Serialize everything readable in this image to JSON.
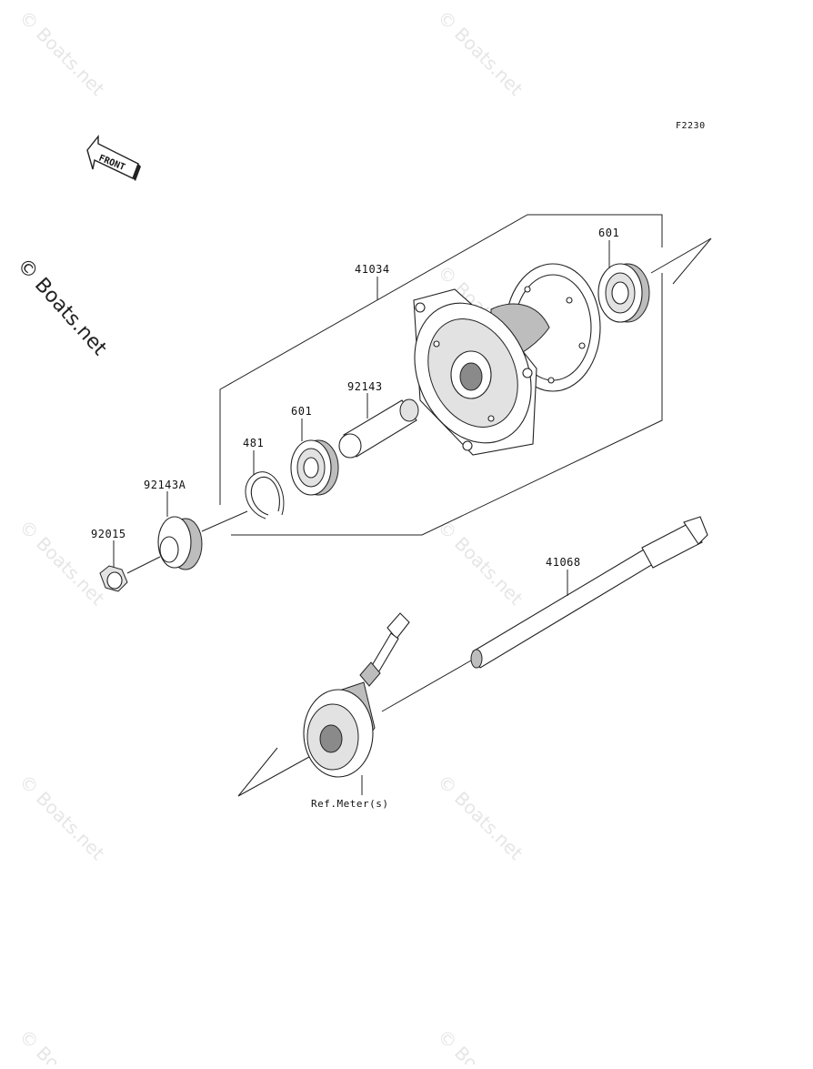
{
  "diagram": {
    "code": "F2230",
    "front_label": "FRONT",
    "watermark": "© Boats.net",
    "parts": [
      {
        "id": "p41034",
        "label": "41034"
      },
      {
        "id": "p601a",
        "label": "601"
      },
      {
        "id": "p92143",
        "label": "92143"
      },
      {
        "id": "p601b",
        "label": "601"
      },
      {
        "id": "p481",
        "label": "481"
      },
      {
        "id": "p92143A",
        "label": "92143A"
      },
      {
        "id": "p92015",
        "label": "92015"
      },
      {
        "id": "p41068",
        "label": "41068"
      },
      {
        "id": "pref",
        "label": "Ref.Meter(s)"
      }
    ]
  }
}
